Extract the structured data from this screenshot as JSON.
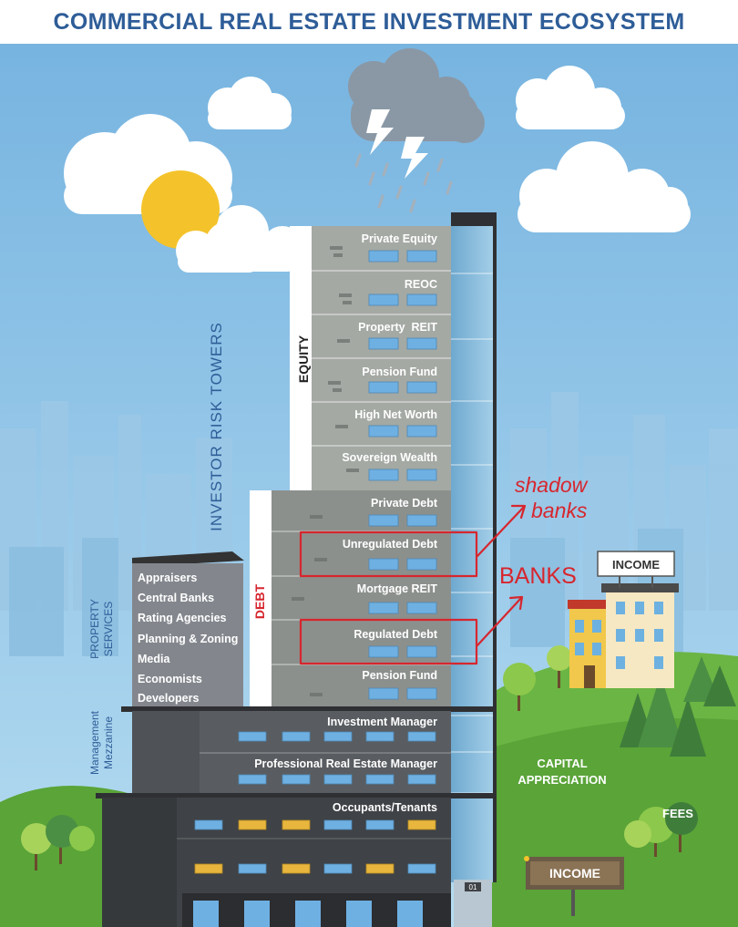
{
  "title": "COMMERCIAL REAL ESTATE INVESTMENT ECOSYSTEM",
  "vertical_label": "INVESTOR RISK TOWERS",
  "equity_label": "EQUITY",
  "debt_label": "DEBT",
  "equity_floors": [
    "Private Equity",
    "REOC",
    "Property  REIT",
    "Pension Fund",
    "High Net Worth",
    "Sovereign Wealth"
  ],
  "debt_floors": [
    "Private Debt",
    "Unregulated Debt",
    "Mortgage REIT",
    "Regulated Debt",
    "Pension Fund"
  ],
  "management_floors": [
    "Investment Manager",
    "Professional Real Estate Manager"
  ],
  "base_floor": "Occupants/Tenants",
  "door_number": "01",
  "property_services": {
    "label_line1": "PROPERTY",
    "label_line2": "SERVICES",
    "items": [
      "Appraisers",
      "Central Banks",
      "Rating Agencies",
      "Planning & Zoning",
      "Media",
      "Economists",
      "Developers"
    ]
  },
  "management_label": {
    "line1": "Management",
    "line2": "Mezzanine"
  },
  "right_labels": {
    "income_sign_top": "INCOME",
    "capital_line1": "CAPITAL",
    "capital_line2": "APPRECIATION",
    "fees": "FEES",
    "income_sign_bottom": "INCOME"
  },
  "annotations": {
    "shadow_line1": "shadow",
    "shadow_line2": "banks",
    "banks": "BANKS"
  },
  "colors": {
    "title": "#2e5d98",
    "sky": "#8ec4e6",
    "grass": "#62ad3e",
    "annotation": "#d7262e"
  }
}
